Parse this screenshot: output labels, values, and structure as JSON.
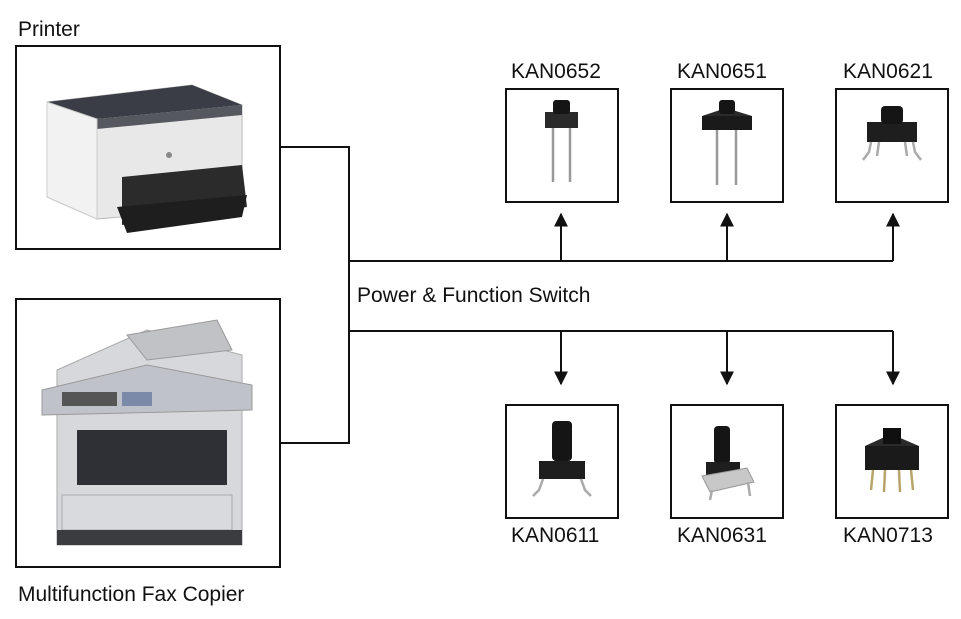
{
  "devices": {
    "printer": {
      "label": "Printer"
    },
    "fax_copier": {
      "label": "Multifunction Fax Copier"
    }
  },
  "connector": {
    "label": "Power & Function Switch"
  },
  "switches": {
    "top": [
      {
        "part": "KAN0652"
      },
      {
        "part": "KAN0651"
      },
      {
        "part": "KAN0621"
      }
    ],
    "bottom": [
      {
        "part": "KAN0611"
      },
      {
        "part": "KAN0631"
      },
      {
        "part": "KAN0713"
      }
    ]
  },
  "colors": {
    "line": "#111111",
    "switch_body": "#1c1c1c",
    "leg": "#9a9a9a",
    "printer_body": "#e6e6e6",
    "copier_body": "#d4d6da"
  }
}
